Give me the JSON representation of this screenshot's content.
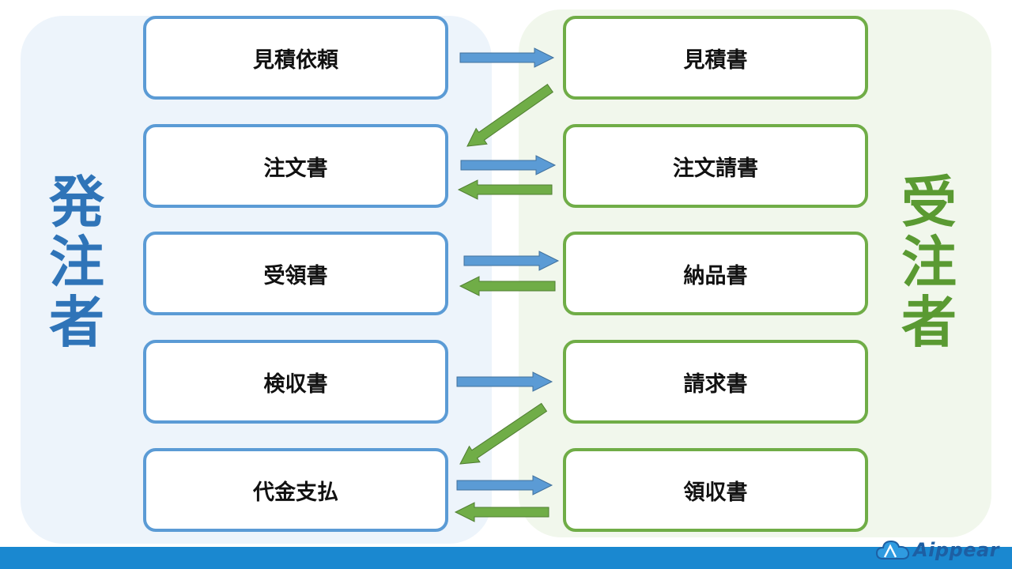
{
  "sides": {
    "left_label": "発注者",
    "right_label": "受注者"
  },
  "rows": [
    {
      "left": "見積依頼",
      "right": "見積書"
    },
    {
      "left": "注文書",
      "right": "注文請書"
    },
    {
      "left": "受領書",
      "right": "納品書"
    },
    {
      "left": "検収書",
      "right": "請求書"
    },
    {
      "left": "代金支払",
      "right": "領収書"
    }
  ],
  "brand": {
    "name": "Aippear",
    "logo_icon": "cloud-icon"
  },
  "colors": {
    "left_accent": "#5b9bd5",
    "left_text": "#2f74b8",
    "right_accent": "#70ad47",
    "right_text": "#5a9a32",
    "footer": "#1a88d0"
  }
}
